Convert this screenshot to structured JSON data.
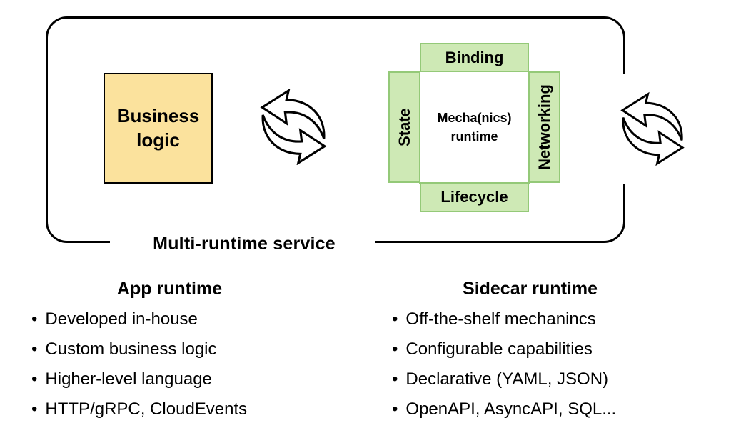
{
  "diagram": {
    "boundary_label": "Multi-runtime service",
    "business_logic_box": {
      "line1": "Business",
      "line2": "logic"
    },
    "mecha": {
      "top": "Binding",
      "left": "State",
      "right": "Networking",
      "bottom": "Lifecycle",
      "center_line1": "Mecha(nics)",
      "center_line2": "runtime"
    },
    "icons": {
      "left": "sync-arrows",
      "right": "sync-arrows"
    },
    "colors": {
      "yellow_fill": "#fbe29d",
      "green_fill": "#cee9b5",
      "green_border": "#94c978",
      "outline": "#000000"
    }
  },
  "columns": [
    {
      "title": "App runtime",
      "items": [
        "Developed in-house",
        "Custom business logic",
        "Higher-level language",
        "HTTP/gRPC, CloudEvents"
      ]
    },
    {
      "title": "Sidecar runtime",
      "items": [
        "Off-the-shelf mechanincs",
        "Configurable capabilities",
        "Declarative (YAML, JSON)",
        "OpenAPI, AsyncAPI, SQL..."
      ]
    }
  ]
}
